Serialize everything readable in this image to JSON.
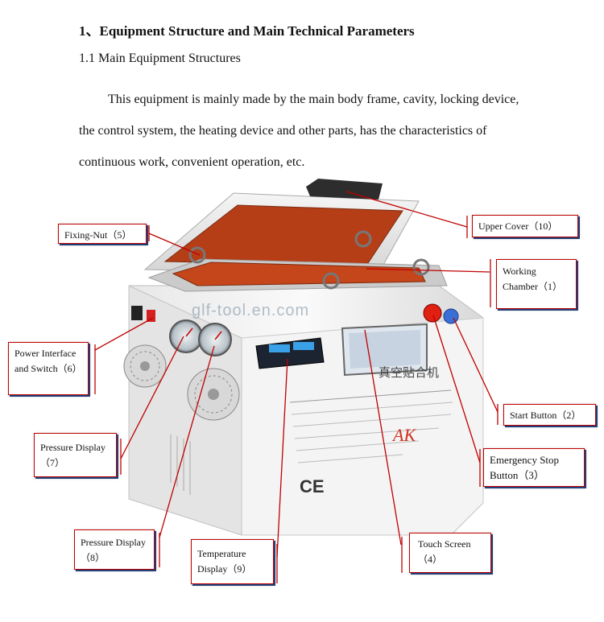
{
  "document": {
    "heading": "1、Equipment Structure and Main Technical Parameters",
    "subheading": "1.1 Main Equipment Structures",
    "paragraph": "This equipment is mainly made by the main body frame, cavity, locking device, the control system, the heating device and other parts, has the characteristics of continuous work, convenient operation, etc."
  },
  "machine": {
    "watermark": "glf-tool.en.com",
    "brand_text": "AK",
    "ce_mark": "CE",
    "panel_title": "真空贴合机"
  },
  "callouts": {
    "upper_cover": "Upper Cover（10）",
    "working_chamber": "Working Chamber（1）",
    "start_button": "Start Button（2）",
    "emergency_stop": "Emergency Stop Button（3）",
    "touch_screen": "Touch Screen （4）",
    "fixing_nut": "Fixing-Nut（5）",
    "power_interface": "Power Interface and Switch（6）",
    "pressure_display_7": "Pressure Display（7）",
    "pressure_display_8": "Pressure Display（8）",
    "temperature_display": "Temperature Display（9）"
  },
  "colors": {
    "callout_border": "#c00000",
    "leader_line": "#c00000",
    "chamber": "#c4461a",
    "emergency_button": "#e02010",
    "start_button": "#3a6fd8"
  }
}
